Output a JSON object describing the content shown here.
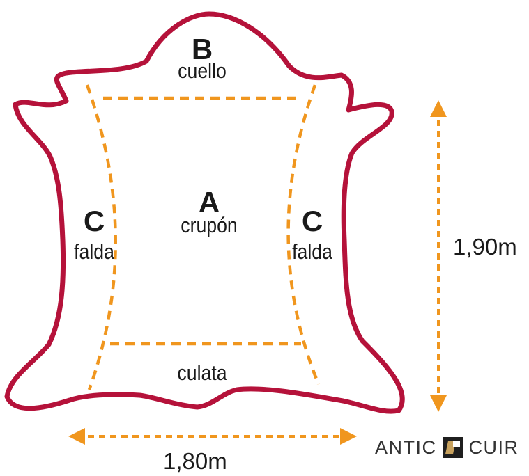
{
  "zones": {
    "neck": {
      "letter": "B",
      "name": "cuello"
    },
    "butt": {
      "letter": "A",
      "name": "crupón"
    },
    "belly_left": {
      "letter": "C",
      "name": "falda"
    },
    "belly_right": {
      "letter": "C",
      "name": "falda"
    },
    "shoulder": {
      "name": "culata"
    }
  },
  "dimensions": {
    "height": "1,90m",
    "width": "1,80m"
  },
  "brand": {
    "left_word": "ANTIC",
    "right_word": "CUIR"
  },
  "colors": {
    "outline": "#b5123a",
    "dashes": "#f0961e",
    "text": "#1a1a1a"
  }
}
